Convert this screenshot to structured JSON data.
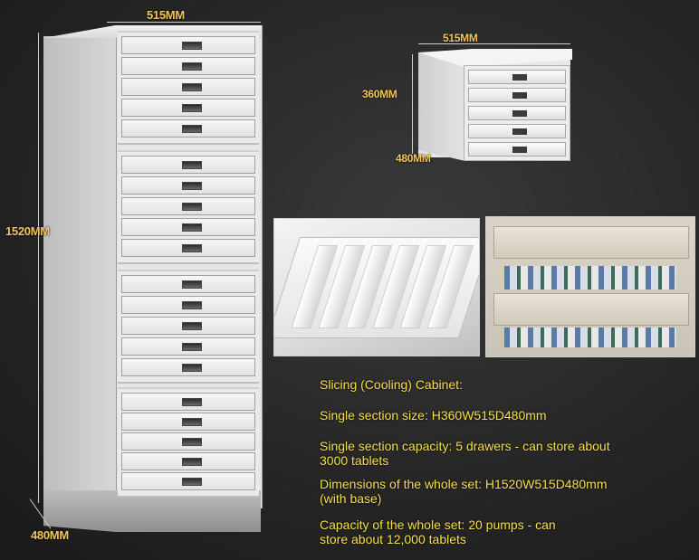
{
  "dimensions": {
    "big_width": "515MM",
    "big_height": "1520MM",
    "big_depth": "480MM",
    "small_width": "515MM",
    "small_height": "360MM",
    "small_depth": "480MM"
  },
  "info": {
    "title": "Slicing (Cooling) Cabinet:",
    "line1": "Single section size: H360W515D480mm",
    "line2a": "Single section capacity: 5 drawers - can store about",
    "line2b": "3000 tablets",
    "line3a": "Dimensions of the whole set: H1520W515D480mm",
    "line3b": "(with base)",
    "line4a": "Capacity of the whole set: 20 pumps - can",
    "line4b": "store about 12,000 tablets"
  },
  "colors": {
    "label_orange": "#f2c45a",
    "text_yellow": "#f5e046",
    "background": "#262626"
  }
}
